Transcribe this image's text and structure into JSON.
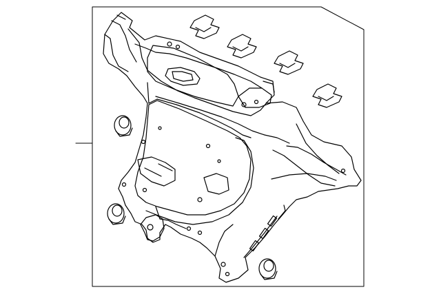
{
  "diagram": {
    "kind": "parts-exploded-view",
    "line_color": "#000000",
    "background": "#ffffff",
    "components": [
      "quarter-panel-inner",
      "retaining-clip",
      "grommet"
    ],
    "callout_count": 1
  }
}
